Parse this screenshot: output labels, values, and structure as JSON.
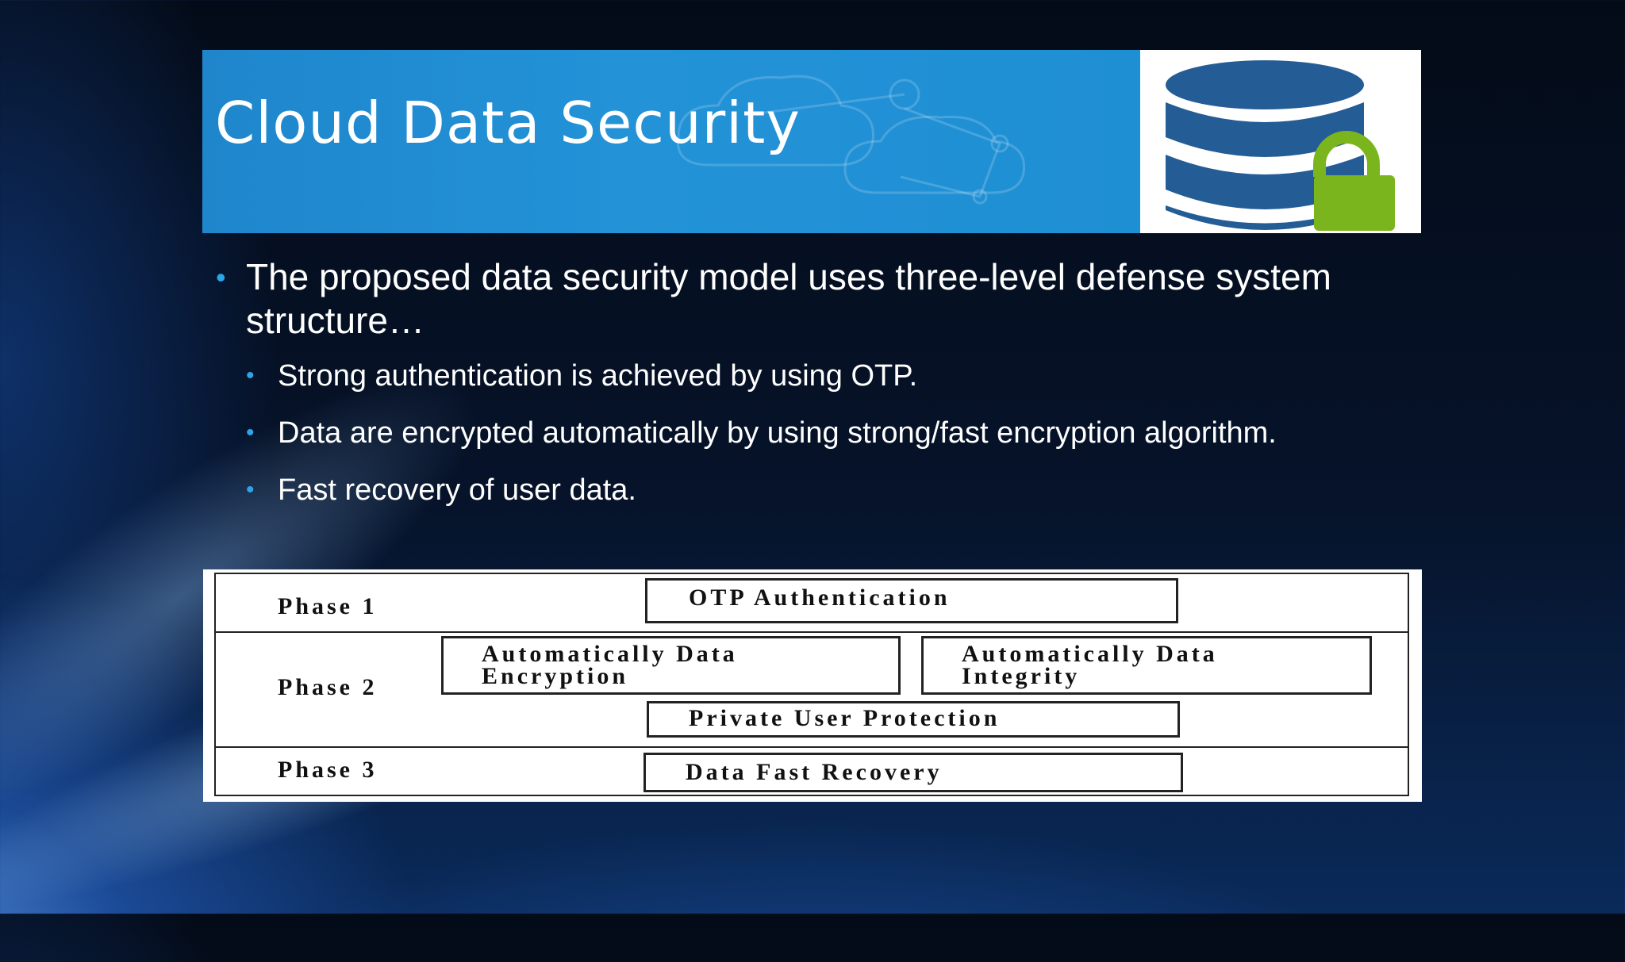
{
  "slide": {
    "title": "Cloud Data Security",
    "bullets": [
      {
        "text": "The proposed data security model uses three-level defense system structure…",
        "level": 1
      },
      {
        "text": "Strong authentication is achieved by using OTP.",
        "level": 2
      },
      {
        "text": "Data are encrypted automatically by using strong/fast encryption algorithm.",
        "level": 2
      },
      {
        "text": "Fast recovery of user data.",
        "level": 2
      }
    ],
    "bullet_glyph": "•"
  },
  "diagram": {
    "phase1": {
      "label": "Phase 1",
      "boxes": [
        "OTP Authentication"
      ]
    },
    "phase2": {
      "label": "Phase 2",
      "boxes": [
        "Automatically Data Encryption",
        "Automatically Data Integrity",
        "Private User Protection"
      ]
    },
    "phase3": {
      "label": "Phase 3",
      "boxes": [
        "Data Fast Recovery"
      ]
    }
  },
  "colors": {
    "header_band": "#2392d7",
    "bullet_dot": "#2ea3e6",
    "database": "#245d96",
    "lock": "#7ab51d"
  },
  "icons": {
    "header_icon": "database-lock-icon"
  }
}
